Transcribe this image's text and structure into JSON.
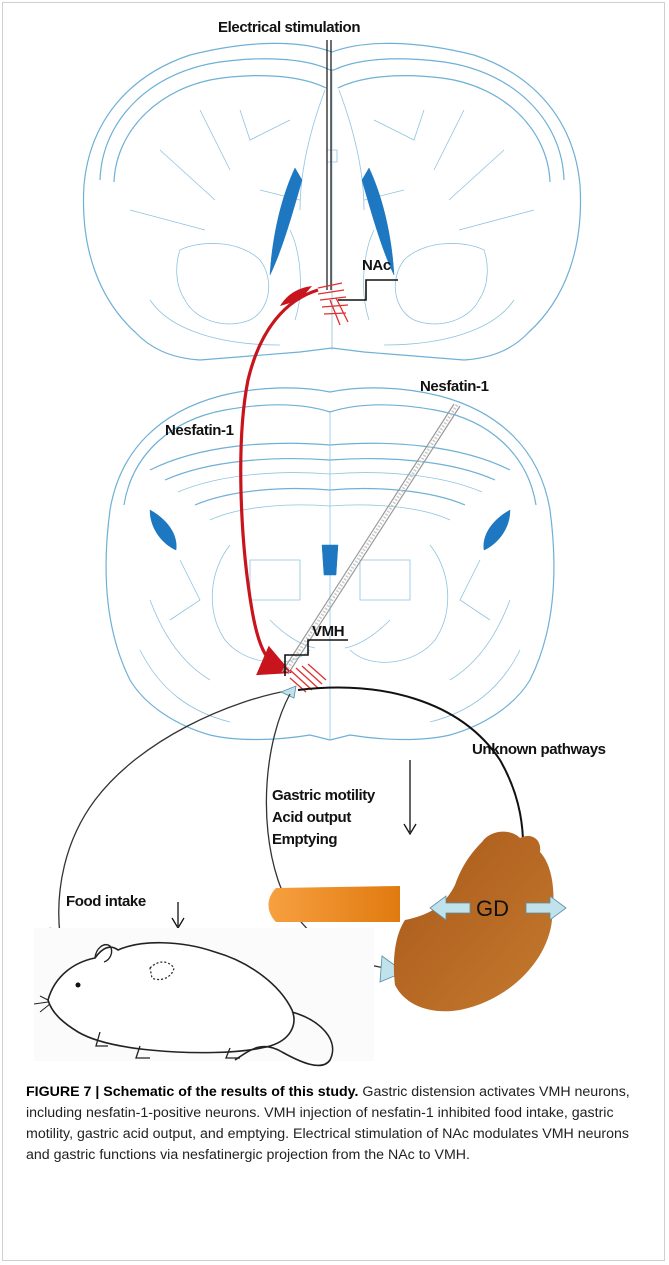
{
  "figure": {
    "labels": {
      "electrical_stimulation": "Electrical stimulation",
      "nac": "NAc",
      "nesfatin_left": "Nesfatin-1",
      "nesfatin_right": "Nesfatin-1",
      "vmh": "VMH",
      "unknown_pathways": "Unknown pathways",
      "gastric_motility": "Gastric motility",
      "acid_output": "Acid output",
      "emptying": "Emptying",
      "gd": "GD",
      "food_intake": "Food intake"
    },
    "colors": {
      "atlas_outline": "#6fb0d6",
      "ventricle": "#1d78c1",
      "projection_arrow": "#c8141c",
      "stomach": "#b5651d",
      "esophagus": "#f08c1a",
      "pathway_arrowhead": "#bfe2ec"
    },
    "icons": [
      "coronal-brain-section-nac",
      "coronal-brain-section-vmh",
      "stimulation-electrode",
      "injection-cannula",
      "stomach",
      "mouse"
    ]
  },
  "caption": {
    "number": "FIGURE 7 |",
    "title": "Schematic of the results of this study.",
    "text": "Gastric distension activates VMH neurons, including nesfatin-1-positive neurons. VMH injection of nesfatin-1 inhibited food intake, gastric motility, gastric acid output, and emptying. Electrical stimulation of NAc modulates VMH neurons and gastric functions via nesfatinergic projection from the NAc to VMH."
  }
}
